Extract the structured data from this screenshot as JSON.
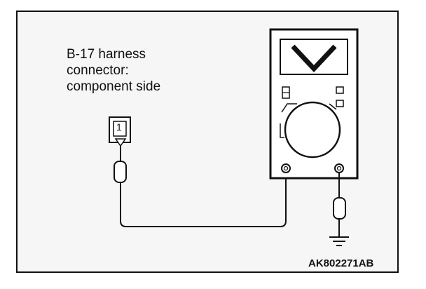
{
  "diagram": {
    "connector_label": "B-17 harness\nconnector:\ncomponent side",
    "pin_number": "1",
    "meter_display_symbol": "V",
    "reference_code": "AK802271AB"
  },
  "colors": {
    "line": "#111111",
    "frame_fill": "#f6f6f6",
    "background": "#ffffff"
  },
  "icons": {
    "ground": "ground-symbol-icon",
    "meter": "voltmeter-icon"
  }
}
